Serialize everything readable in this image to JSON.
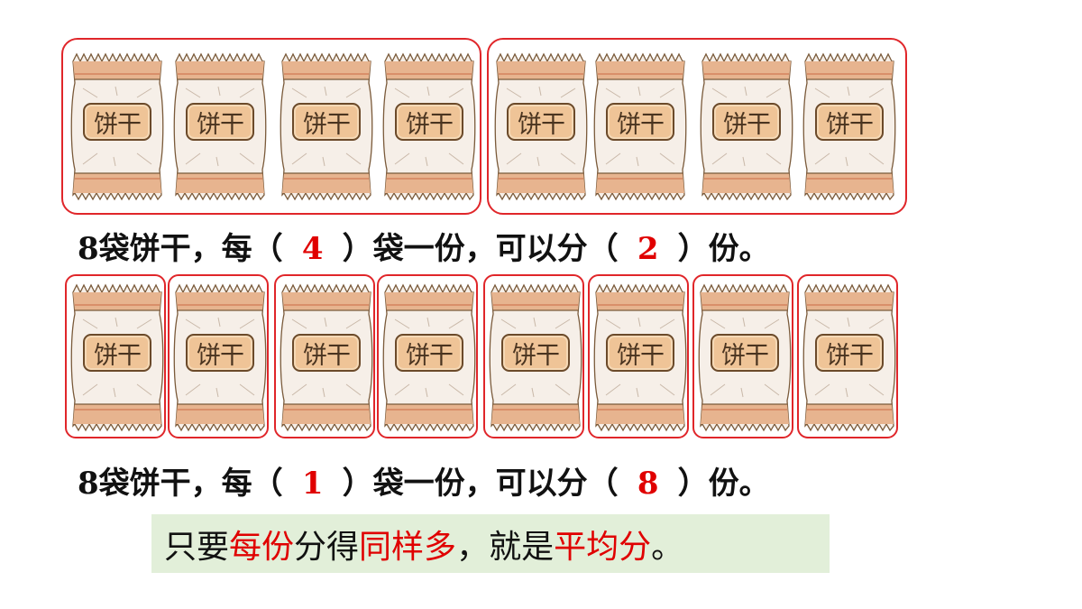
{
  "packs": {
    "label": "饼干",
    "colors": {
      "wrapper": "#f6efe8",
      "band": "#e7b48f",
      "label_fill": "#efc497",
      "outline": "#7a5a3a"
    }
  },
  "circle_color": "#e0262a",
  "row1": {
    "sentence": {
      "p1": "8袋饼干，每（",
      "a1": "4",
      "p2": "）袋一份，可以分（",
      "a2": "2",
      "p3": "）份。"
    }
  },
  "row2": {
    "sentence": {
      "p1": "8袋饼干，每（",
      "a1": "1",
      "p2": "）袋一份，可以分（",
      "a2": "8",
      "p3": "）份。"
    }
  },
  "summary": {
    "s1": "只要",
    "h1": "每份",
    "s2": "分得",
    "h2": "同样多",
    "s3": "，就是",
    "h3": "平均分",
    "s4": "。",
    "background": "#e2efd9",
    "highlight_color": "#e00000"
  }
}
